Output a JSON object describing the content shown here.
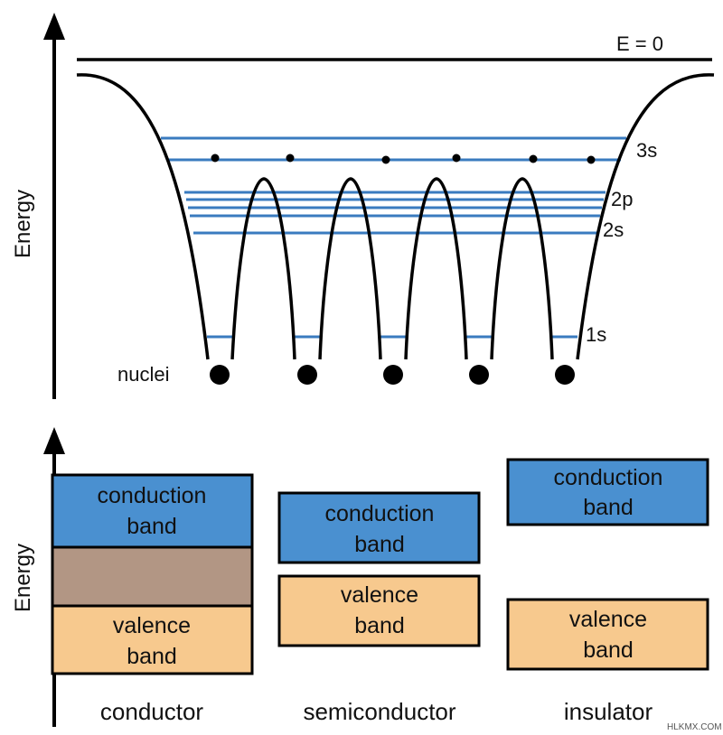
{
  "top_diagram": {
    "axis_label": "Energy",
    "zero_label": "E = 0",
    "orbital_labels": {
      "s3": "3s",
      "p2": "2p",
      "s2": "2s",
      "s1": "1s"
    },
    "nuclei_label": "nuclei"
  },
  "bottom_diagram": {
    "axis_label": "Energy",
    "conductor": {
      "conduction": [
        "conduction",
        "band"
      ],
      "valence": [
        "valence",
        "band"
      ],
      "label": "conductor"
    },
    "semiconductor": {
      "conduction": [
        "conduction",
        "band"
      ],
      "valence": [
        "valence",
        "band"
      ],
      "label": "semiconductor"
    },
    "insulator": {
      "conduction": [
        "conduction",
        "band"
      ],
      "valence": [
        "valence",
        "band"
      ],
      "label": "insulator"
    }
  },
  "watermark": "HLKMX.COM",
  "colors": {
    "level_line": "#3a7bbf",
    "conduction_band": "#4a90d0",
    "valence_band": "#f7c98e",
    "overlap": "#b29684"
  }
}
